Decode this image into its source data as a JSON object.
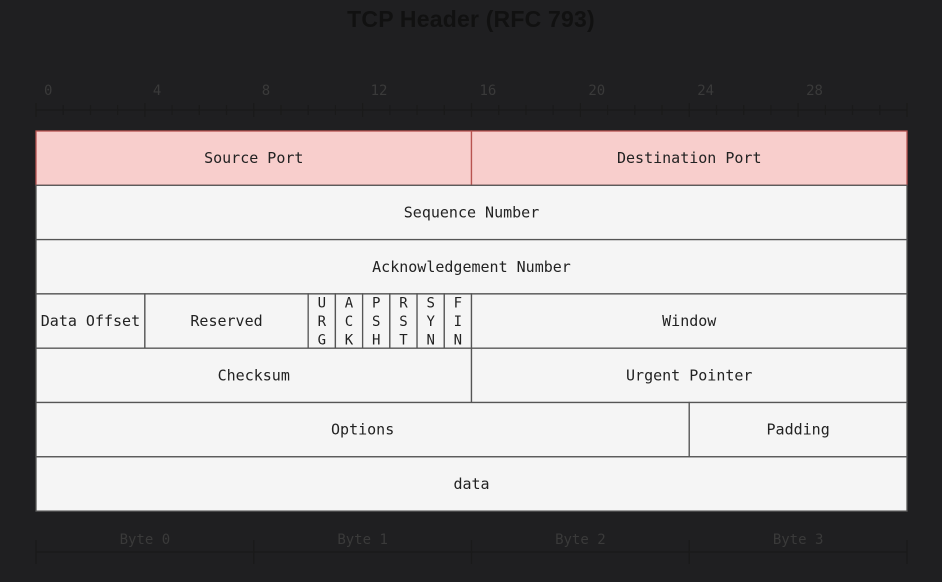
{
  "title": "TCP Header (RFC 793)",
  "bit_ruler": {
    "total_bits": 32,
    "labeled_bits": [
      "0",
      "4",
      "8",
      "12",
      "16",
      "20",
      "24",
      "28"
    ],
    "label_every": 4
  },
  "rows": [
    {
      "fields": [
        {
          "label": "Source Port",
          "bits": 16,
          "highlight": true
        },
        {
          "label": "Destination Port",
          "bits": 16,
          "highlight": true
        }
      ]
    },
    {
      "fields": [
        {
          "label": "Sequence Number",
          "bits": 32
        }
      ]
    },
    {
      "fields": [
        {
          "label": "Acknowledgement Number",
          "bits": 32
        }
      ]
    },
    {
      "fields": [
        {
          "label": "Data Offset",
          "bits": 4
        },
        {
          "label": "Reserved",
          "bits": 6
        },
        {
          "label": "URG",
          "bits": 1,
          "vertical": true
        },
        {
          "label": "ACK",
          "bits": 1,
          "vertical": true
        },
        {
          "label": "PSH",
          "bits": 1,
          "vertical": true
        },
        {
          "label": "RST",
          "bits": 1,
          "vertical": true
        },
        {
          "label": "SYN",
          "bits": 1,
          "vertical": true
        },
        {
          "label": "FIN",
          "bits": 1,
          "vertical": true
        },
        {
          "label": "Window",
          "bits": 16
        }
      ]
    },
    {
      "fields": [
        {
          "label": "Checksum",
          "bits": 16
        },
        {
          "label": "Urgent Pointer",
          "bits": 16
        }
      ]
    },
    {
      "fields": [
        {
          "label": "Options",
          "bits": 24
        },
        {
          "label": "Padding",
          "bits": 8
        }
      ]
    },
    {
      "fields": [
        {
          "label": "data",
          "bits": 32
        }
      ]
    }
  ],
  "byte_labels": [
    "Byte 0",
    "Byte 1",
    "Byte 2",
    "Byte 3"
  ],
  "colors": {
    "background": "#1f1f21",
    "cell_fill": "#f5f5f5",
    "cell_stroke": "#555555",
    "highlight_fill": "#f8cecc",
    "highlight_stroke": "#b85450",
    "text": "#222222",
    "ruler": "#1a1a1a",
    "ruler_text": "#3a3a3a"
  }
}
